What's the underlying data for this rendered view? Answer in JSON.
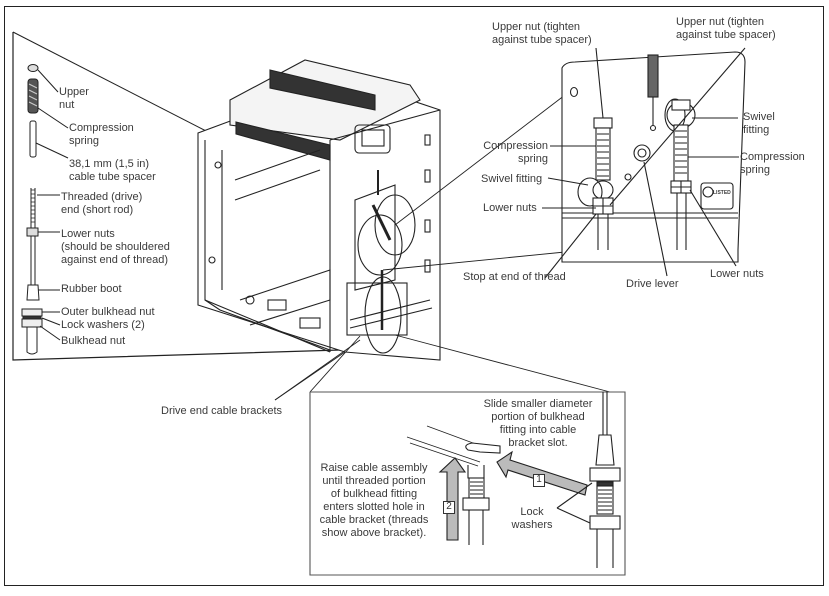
{
  "title": "Drive end cable installation diagram",
  "parts_list": {
    "upper_nut": "Upper\nnut",
    "compression_spring": "Compression\nspring",
    "tube_spacer": "38,1 mm (1,5 in)\ncable tube spacer",
    "threaded_end": "Threaded (drive)\nend (short rod)",
    "lower_nuts": "Lower nuts\n(should be shouldered\nagainst end of thread)",
    "rubber_boot": "Rubber boot",
    "outer_bulkhead_nut": "Outer bulkhead nut",
    "lock_washers": "Lock washers (2)",
    "bulkhead_nut": "Bulkhead nut"
  },
  "detail_top": {
    "upper_nut_left": "Upper nut (tighten\nagainst tube spacer)",
    "upper_nut_right": "Upper nut (tighten\nagainst tube spacer)",
    "compression_spring_left": "Compression\nspring",
    "swivel_fitting_left": "Swivel fitting",
    "lower_nuts_left": "Lower nuts",
    "swivel_fitting_right": "Swivel\nfitting",
    "compression_spring_right": "Compression\nspring",
    "stop_at_end": "Stop at end of thread",
    "drive_lever": "Drive lever",
    "lower_nuts_right": "Lower nuts",
    "ul_badge": "LISTED"
  },
  "main": {
    "drive_end_brackets": "Drive end cable brackets"
  },
  "detail_bottom": {
    "slide_instruction": "Slide smaller diameter\nportion of bulkhead\nfitting into cable\nbracket slot.",
    "raise_instruction": "Raise cable assembly\nuntil threaded portion\nof bulkhead fitting\nenters slotted hole in\ncable bracket (threads\nshow above bracket).",
    "lock_washers": "Lock\nwashers",
    "step1": "1",
    "step2": "2"
  }
}
